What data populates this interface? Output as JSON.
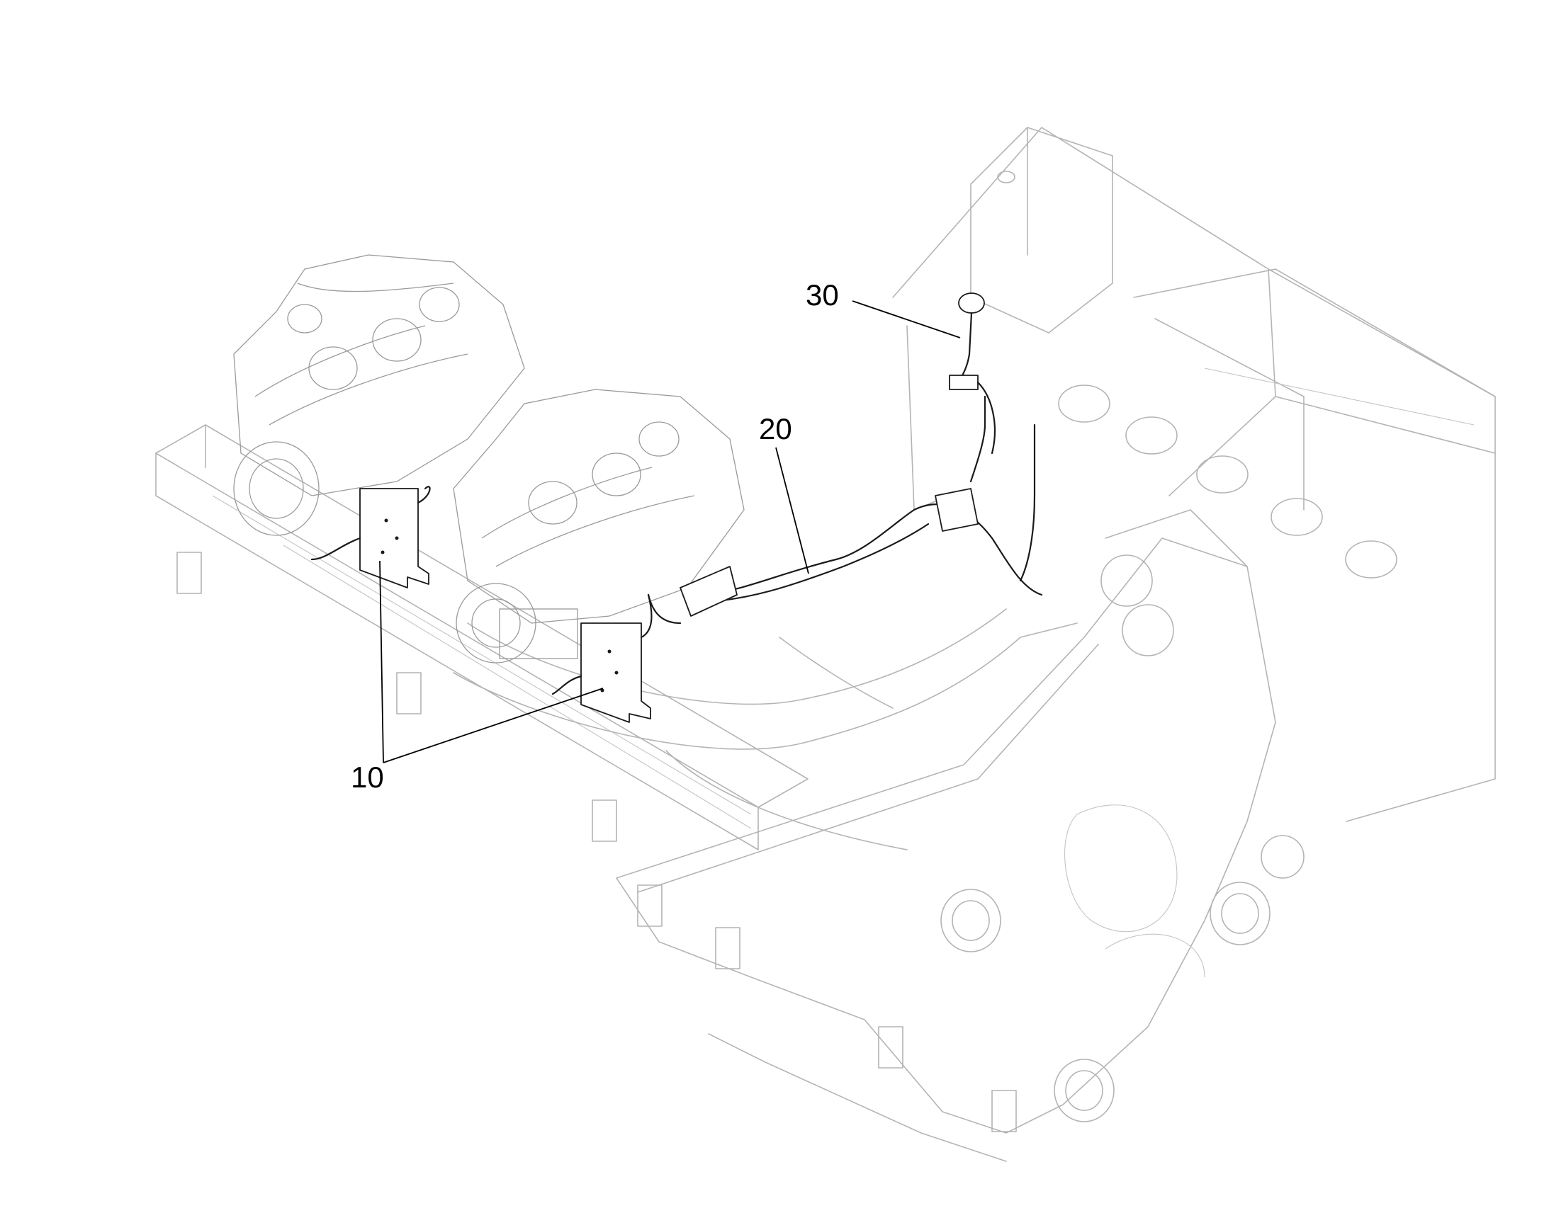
{
  "callouts": [
    {
      "id": "10",
      "label": "10"
    },
    {
      "id": "20",
      "label": "20"
    },
    {
      "id": "30",
      "label": "30"
    }
  ],
  "colors": {
    "background": "#ffffff",
    "outline": "#b4b4b4",
    "highlight": "#1a1a1a",
    "leader": "#000000"
  }
}
